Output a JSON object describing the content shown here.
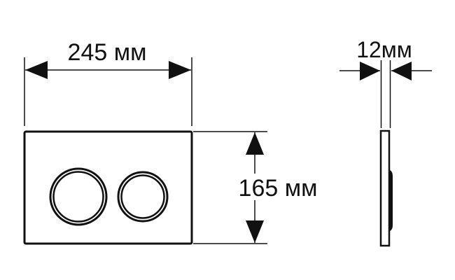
{
  "dimensions": {
    "width_label": "245 мм",
    "height_label": "165 мм",
    "depth_label": "12мм"
  },
  "colors": {
    "line": "#111111",
    "background": "#ffffff"
  }
}
